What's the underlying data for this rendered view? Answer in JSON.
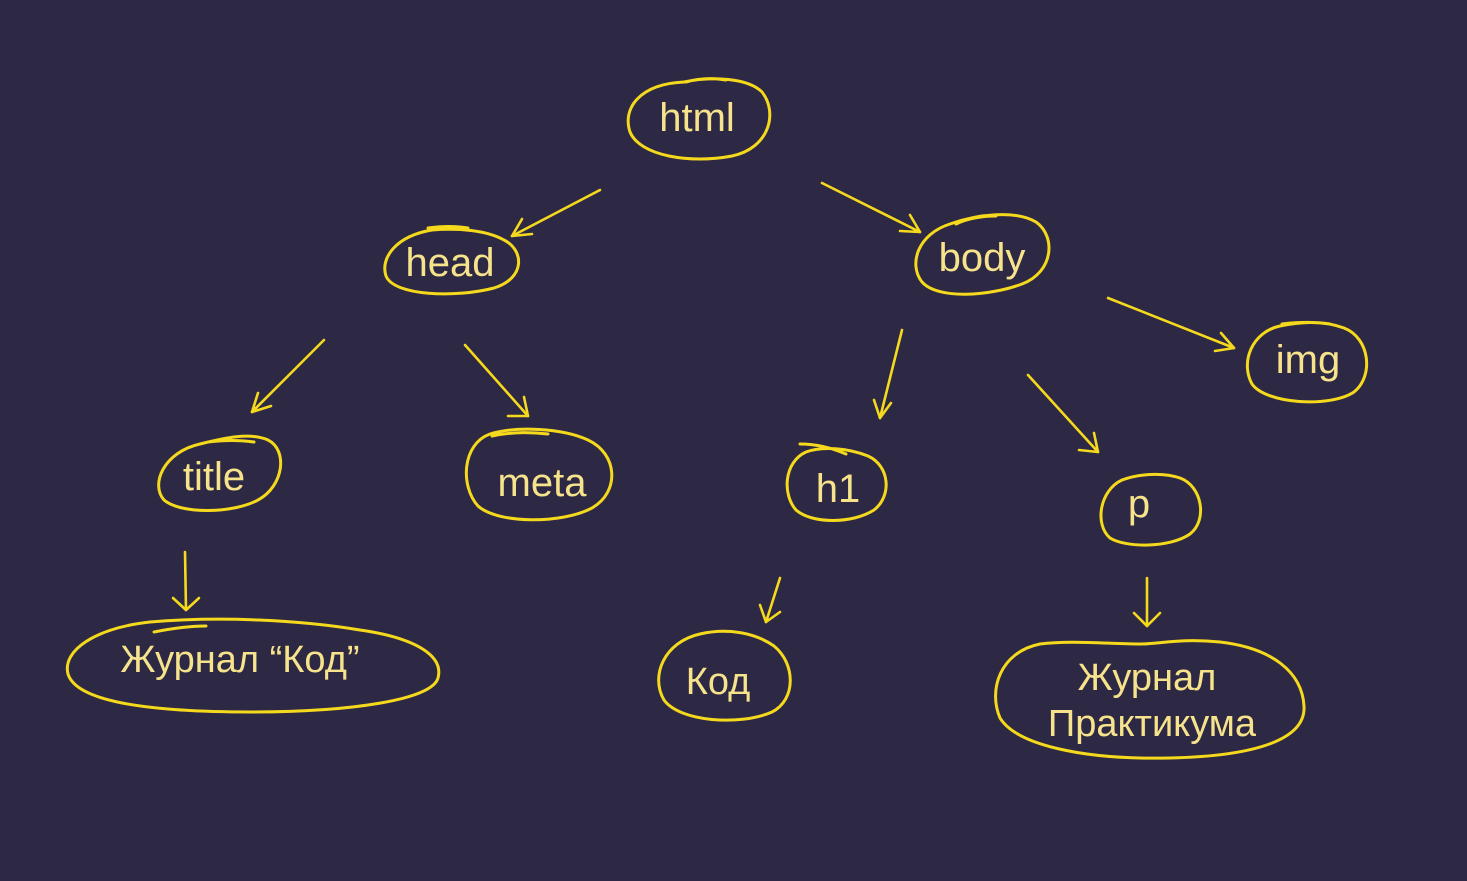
{
  "diagram": {
    "type": "dom-tree",
    "nodes": {
      "html": "html",
      "head": "head",
      "body": "body",
      "title": "title",
      "meta": "meta",
      "h1": "h1",
      "p": "p",
      "img": "img",
      "title_text": "Журнал “Код”",
      "h1_text": "Код",
      "p_text_line1": "Журнал",
      "p_text_line2": "Практикума"
    },
    "edges": [
      [
        "html",
        "head"
      ],
      [
        "html",
        "body"
      ],
      [
        "head",
        "title"
      ],
      [
        "head",
        "meta"
      ],
      [
        "body",
        "h1"
      ],
      [
        "body",
        "p"
      ],
      [
        "body",
        "img"
      ],
      [
        "title",
        "title_text"
      ],
      [
        "h1",
        "h1_text"
      ],
      [
        "p",
        "p_text"
      ]
    ],
    "colors": {
      "background": "#2d2844",
      "stroke": "#f5d91d",
      "text": "#f6e38c"
    }
  }
}
